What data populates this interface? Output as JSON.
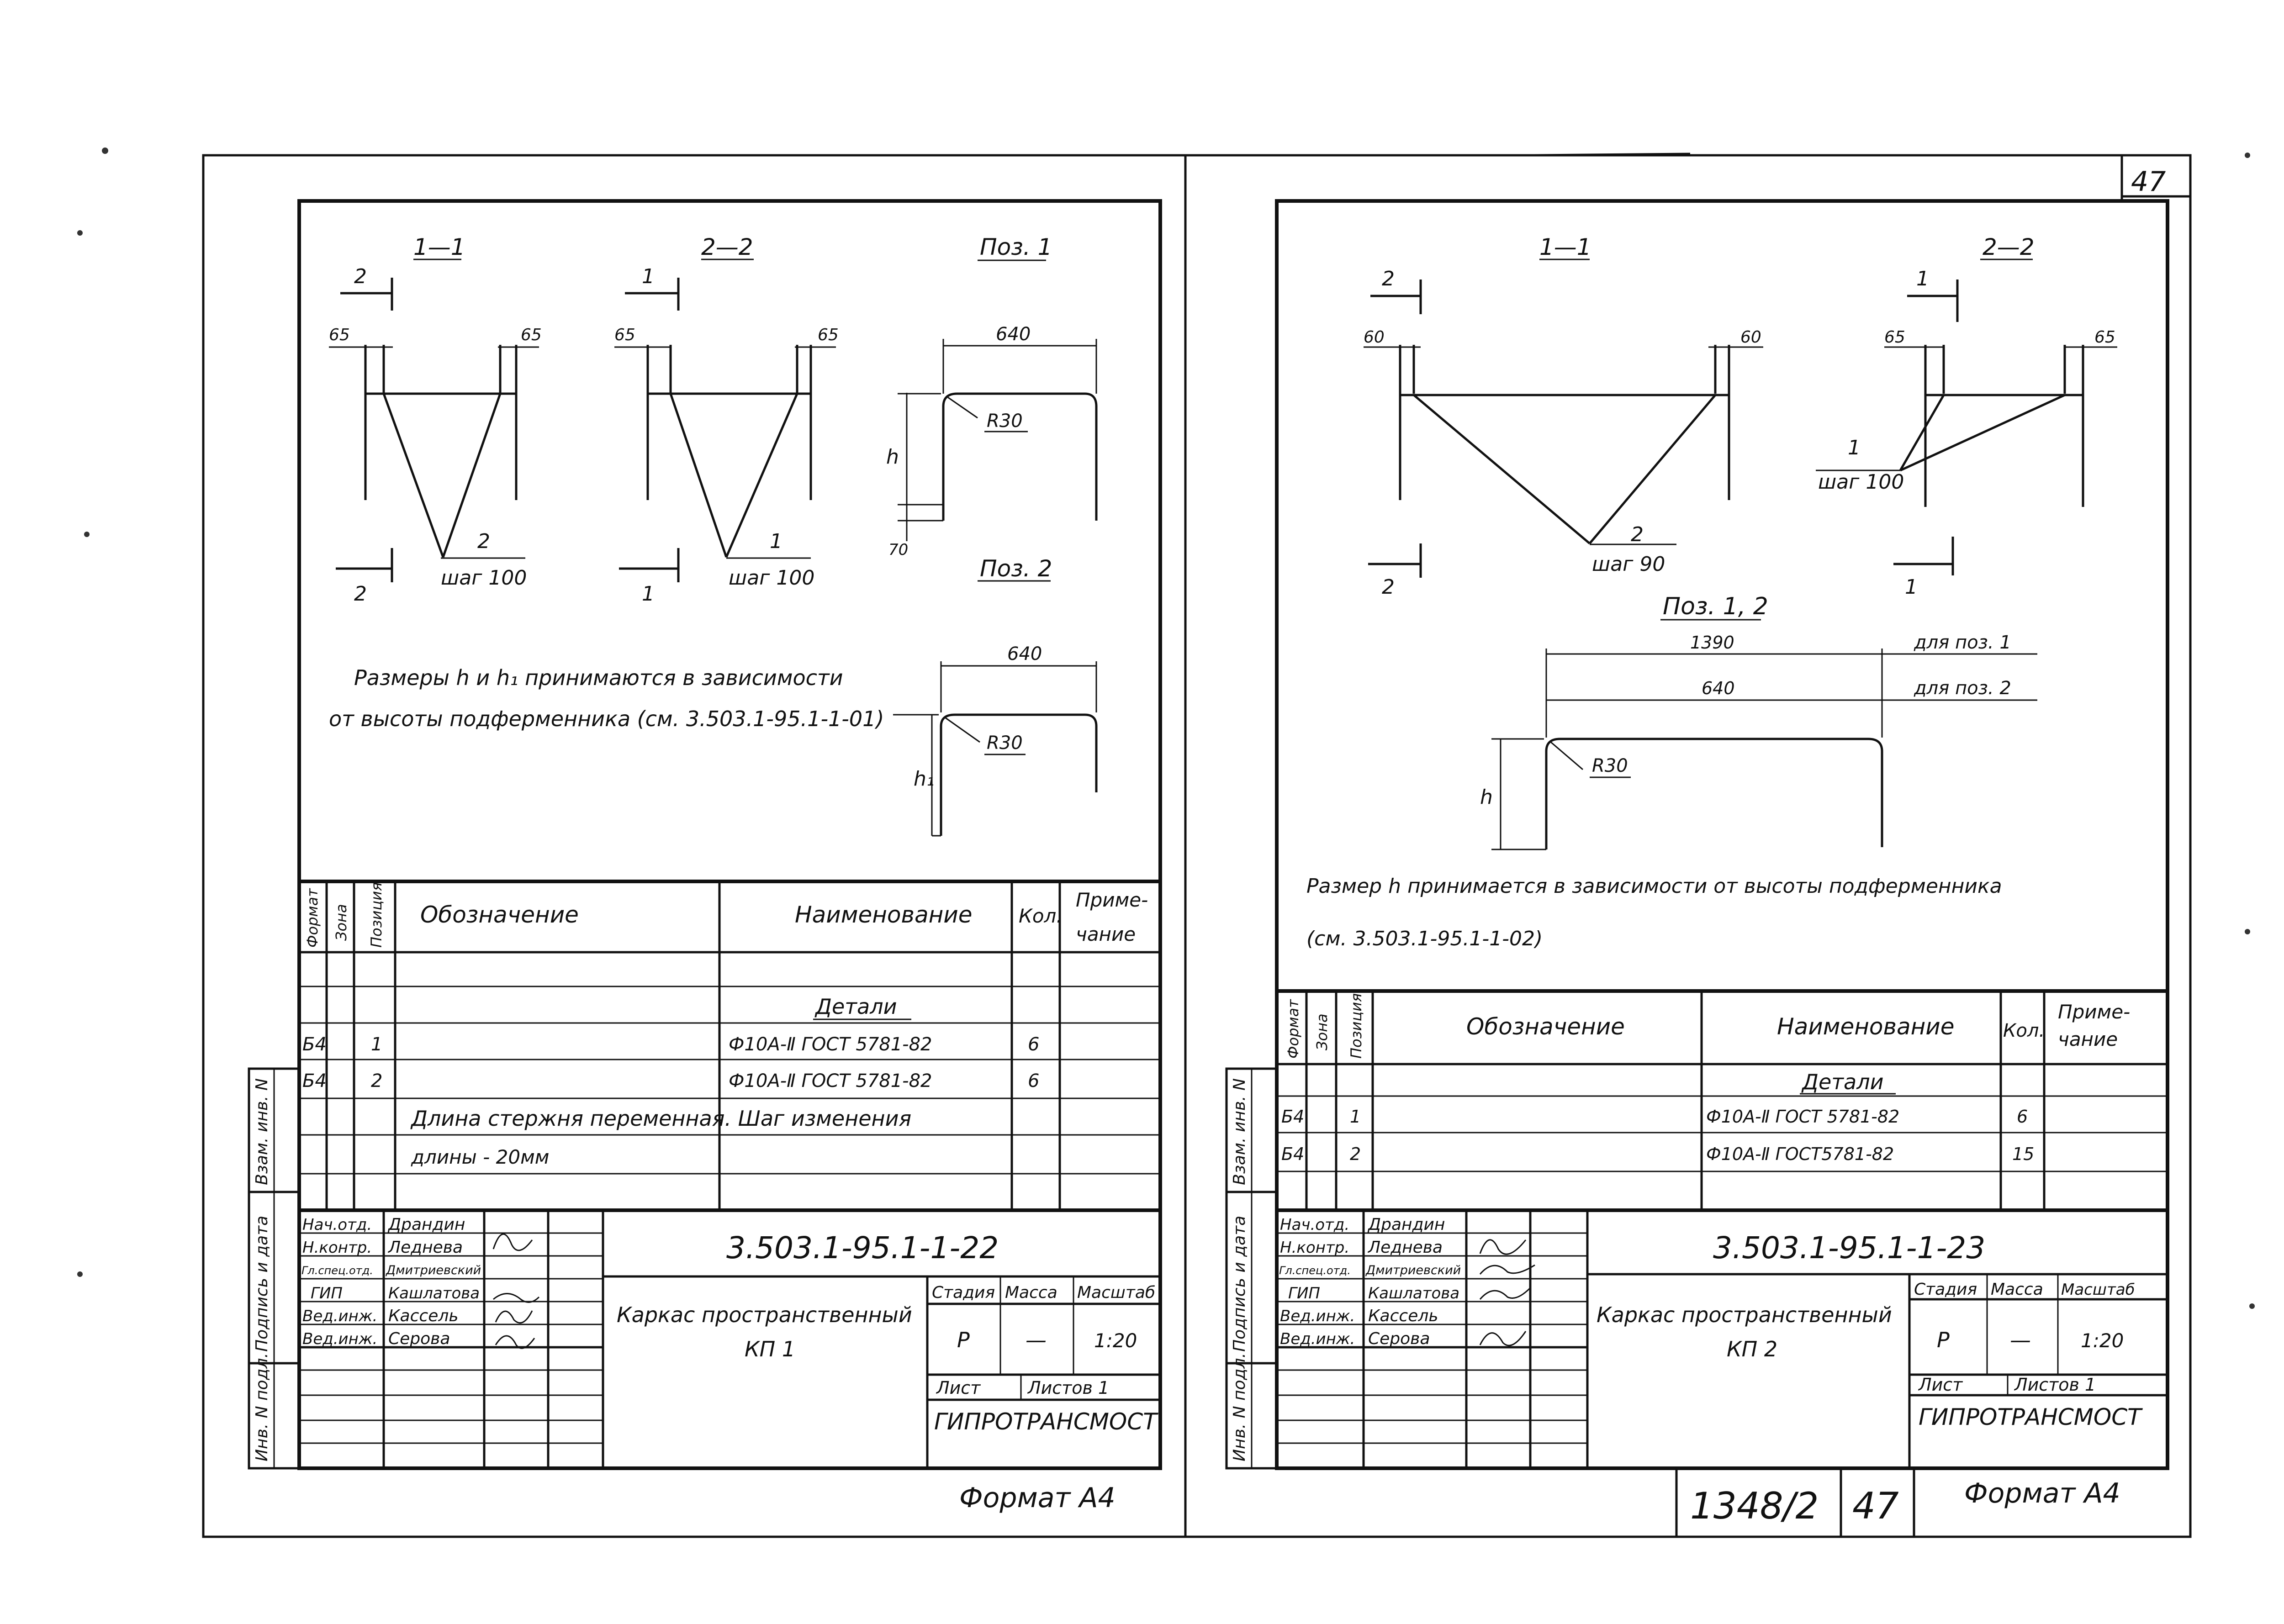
{
  "sheet_number": "47",
  "left_sheet": {
    "sections": {
      "s11": "1—1",
      "s22": "2—2",
      "poz1": "Поз. 1",
      "poz2": "Поз. 2"
    },
    "cut_marks": {
      "a": "2",
      "b": "2",
      "c": "1",
      "d": "1"
    },
    "dims": {
      "d65": "65",
      "d640": "640",
      "dh": "h",
      "dh1": "h₁",
      "d70": "70",
      "r30": "R30"
    },
    "rod_labels": {
      "pos2": "2",
      "pos1": "1"
    },
    "step": "шаг 100",
    "note_line1": "Размеры h и h₁ принимаются в зависимости",
    "note_line2": "от высоты подферменника (см. 3.503.1-95.1-1-01)",
    "spec": {
      "headers": {
        "format": "Формат",
        "zone": "Зона",
        "pos": "Позиция",
        "designation": "Обозначение",
        "name": "Наименование",
        "qty": "Кол.",
        "note1": "Приме-",
        "note2": "чание"
      },
      "section": "Детали",
      "rows": [
        {
          "format": "Б4",
          "pos": "1",
          "name": "Ф10А-Ⅱ ГОСТ 5781-82",
          "qty": "6"
        },
        {
          "format": "Б4",
          "pos": "2",
          "name": "Ф10А-Ⅱ ГОСТ 5781-82",
          "qty": "6"
        }
      ],
      "note_line1": "Длина стержня переменная. Шаг изменения",
      "note_line2": "длины - 20мм"
    },
    "side_stamp": {
      "inv_orig": "Инв. N подл.",
      "sign_date": "Подпись и дата",
      "vzam": "Взам. инв. N"
    },
    "title_block": {
      "people": [
        {
          "role": "Нач.отд.",
          "name": "Драндин"
        },
        {
          "role": "Н.контр.",
          "name": "Леднева"
        },
        {
          "role": "Гл.спец.отд.",
          "name": "Дмитриевский"
        },
        {
          "role": "ГИП",
          "name": "Кашлатова"
        },
        {
          "role": "Вед.инж.",
          "name": "Кассель"
        },
        {
          "role": "Вед.инж.",
          "name": "Серова"
        }
      ],
      "code": "3.503.1-95.1-1-22",
      "title1": "Каркас пространственный",
      "title2": "КП 1",
      "stage_label": "Стадия",
      "mass_label": "Масса",
      "scale_label": "Масштаб",
      "stage": "Р",
      "mass": "—",
      "scale": "1:20",
      "sheet_label": "Лист",
      "sheets_label": "Листов 1",
      "org": "ГИПРОТРАНСМОСТ"
    },
    "format": "Формат А4"
  },
  "right_sheet": {
    "sections": {
      "s11": "1—1",
      "s22": "2—2",
      "poz": "Поз. 1, 2"
    },
    "cut_marks": {
      "a": "2",
      "b": "2",
      "c": "1",
      "d": "1"
    },
    "dims": {
      "d60": "60",
      "d65": "65",
      "d1390": "1390",
      "d640": "640",
      "dh": "h",
      "r30": "R30",
      "for1": "для поз. 1",
      "for2": "для поз. 2"
    },
    "rod_labels": {
      "pos2": "2",
      "pos1": "1"
    },
    "step90": "шаг 90",
    "step100": "шаг 100",
    "note_line1": "Размер h принимается в зависимости от высоты подферменника",
    "note_line2": "(см. 3.503.1-95.1-1-02)",
    "spec": {
      "headers": {
        "format": "Формат",
        "zone": "Зона",
        "pos": "Позиция",
        "designation": "Обозначение",
        "name": "Наименование",
        "qty": "Кол.",
        "note1": "Приме-",
        "note2": "чание"
      },
      "section": "Детали",
      "rows": [
        {
          "format": "Б4",
          "pos": "1",
          "name": "Ф10А-Ⅱ ГОСТ 5781-82",
          "qty": "6"
        },
        {
          "format": "Б4",
          "pos": "2",
          "name": "Ф10А-Ⅱ ГОСТ5781-82",
          "qty": "15"
        }
      ]
    },
    "side_stamp": {
      "inv_orig": "Инв. N подл.",
      "sign_date": "Подпись и дата",
      "vzam": "Взам. инв. N"
    },
    "title_block": {
      "people": [
        {
          "role": "Нач.отд.",
          "name": "Драндин"
        },
        {
          "role": "Н.контр.",
          "name": "Леднева"
        },
        {
          "role": "Гл.спец.отд.",
          "name": "Дмитриевский"
        },
        {
          "role": "ГИП",
          "name": "Кашлатова"
        },
        {
          "role": "Вед.инж.",
          "name": "Кассель"
        },
        {
          "role": "Вед.инж.",
          "name": "Серова"
        }
      ],
      "code": "3.503.1-95.1-1-23",
      "title1": "Каркас пространственный",
      "title2": "КП 2",
      "stage_label": "Стадия",
      "mass_label": "Масса",
      "scale_label": "Масштаб",
      "stage": "Р",
      "mass": "—",
      "scale": "1:20",
      "sheet_label": "Лист",
      "sheets_label": "Листов 1",
      "org": "ГИПРОТРАНСМОСТ"
    },
    "album": "1348/2",
    "album_page": "47",
    "format": "Формат А4"
  }
}
